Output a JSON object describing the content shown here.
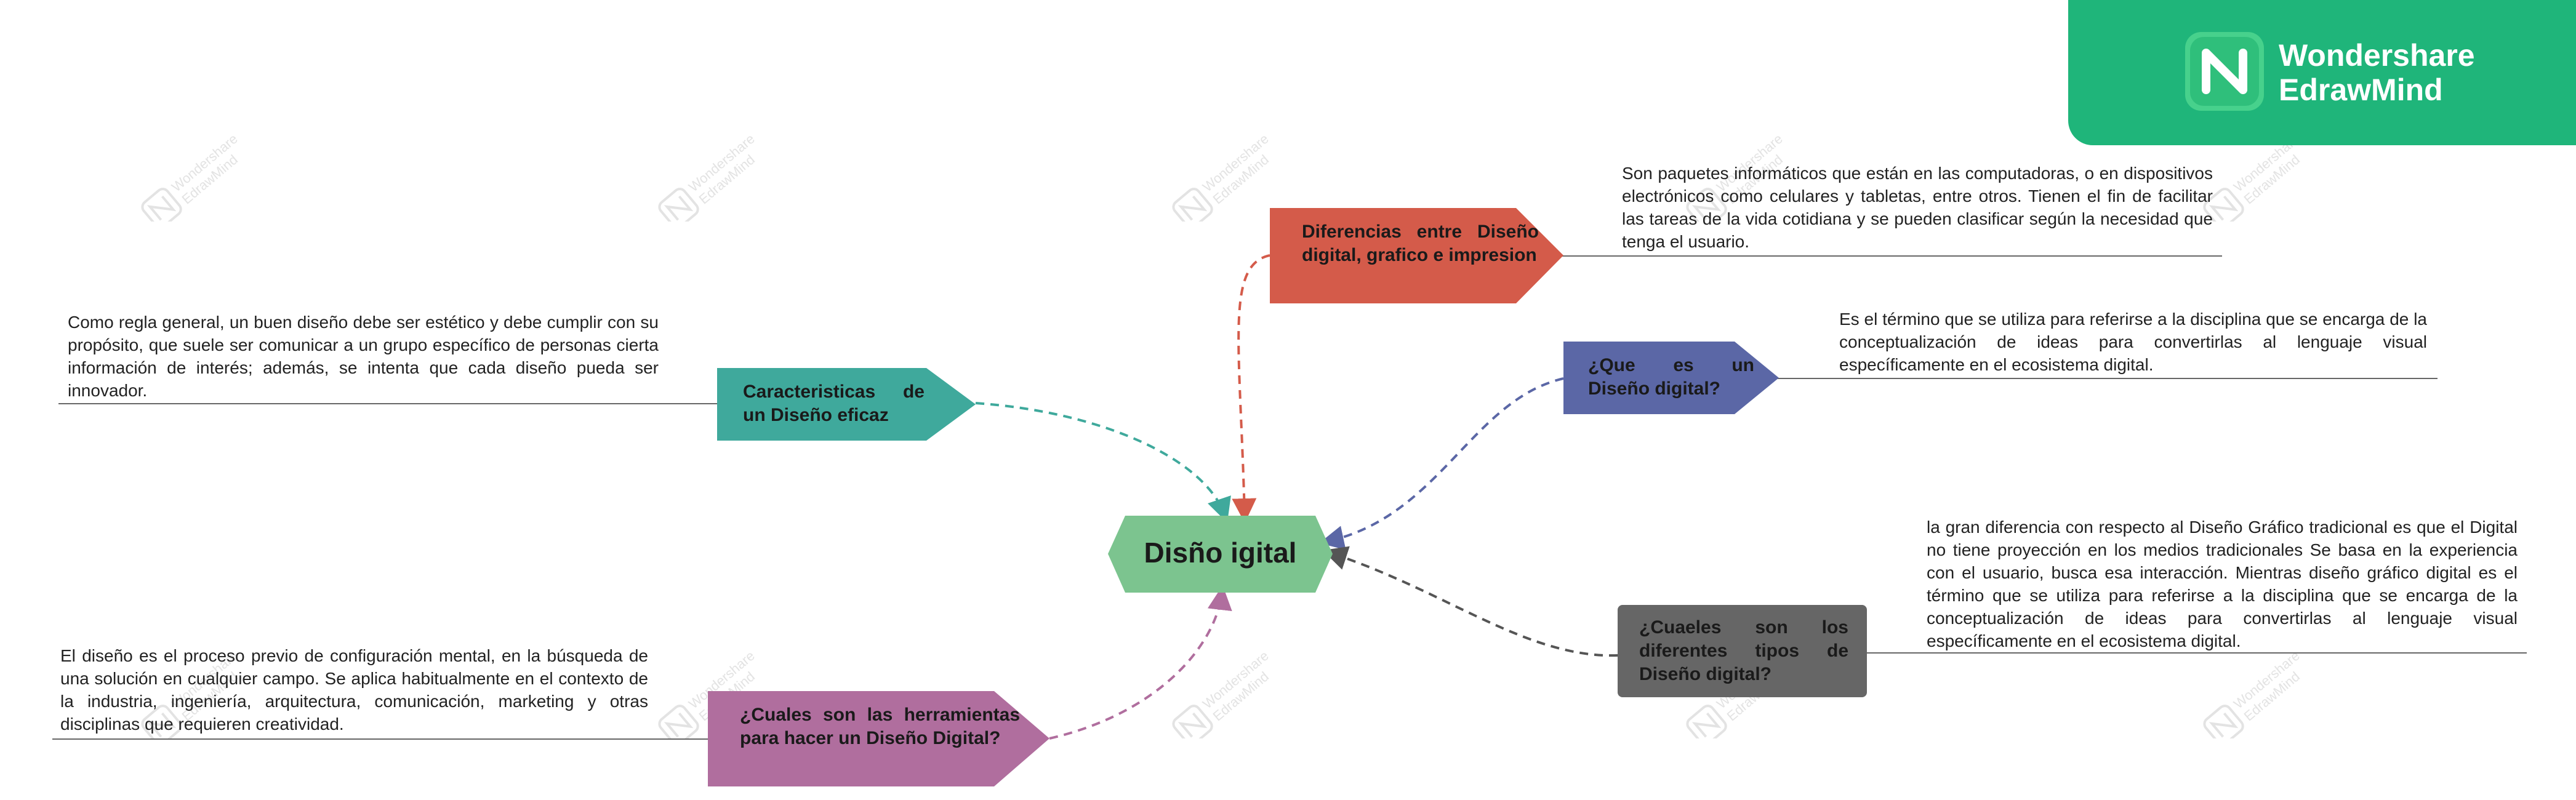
{
  "colors": {
    "center": "#7cc48f",
    "teal": "#3fa99c",
    "red": "#d45b4a",
    "indigo": "#5b67a6",
    "dark": "#666666",
    "purple": "#b06e9e",
    "brand_green": "#1fb57a"
  },
  "brand": {
    "line1": "Wondershare",
    "line2": "EdrawMind",
    "icon": "edrawmind-logo-icon"
  },
  "watermark_icon": "edrawmind-watermark-icon",
  "center": {
    "label": "Disño igital"
  },
  "branches": {
    "diferencias": {
      "label": "Diferencias entre Diseño digital, grafico e impresion",
      "note": "Son paquetes informáticos que están en las computadoras, o en dispositivos electrónicos como celulares y tabletas, entre otros. Tienen el fin de facilitar las tareas de la vida cotidiana y se pueden clasificar según la necesidad que tenga el usuario."
    },
    "que_es": {
      "label": "¿Que es un Diseño digital?",
      "note": "Es el término que se utiliza para referirse a la disciplina que se encarga de la conceptualización de ideas para convertirlas al lenguaje visual específicamente en el ecosistema digital."
    },
    "tipos": {
      "label": "¿Cuaeles son los diferentes tipos de Diseño digital?",
      "note": "la gran diferencia con respecto al Diseño Gráfico tradicional es que el Digital no tiene proyección en los medios tradicionales Se basa en la experiencia con el usuario, busca esa interacción. Mientras diseño gráfico digital es el término que se utiliza para referirse a la disciplina que se encarga de la conceptualización de ideas para convertirlas al lenguaje visual específicamente en el ecosistema digital."
    },
    "caracteristicas": {
      "label": "Caracteristicas de un Diseño eficaz",
      "note": "Como regla general, un buen diseño debe ser estético y debe cumplir con su propósito, que suele ser comunicar a un grupo específico de personas cierta información de interés; además, se intenta que cada diseño pueda ser innovador."
    },
    "herramientas": {
      "label": "¿Cuales son las herramientas para hacer un Diseño Digital?",
      "note": "El diseño es el proceso previo de configuración mental, en la búsqueda de una solución en cualquier campo. Se aplica habitualmente en el contexto de la industria, ingeniería, arquitectura, comunicación, marketing y otras disciplinas que requieren creatividad."
    }
  }
}
